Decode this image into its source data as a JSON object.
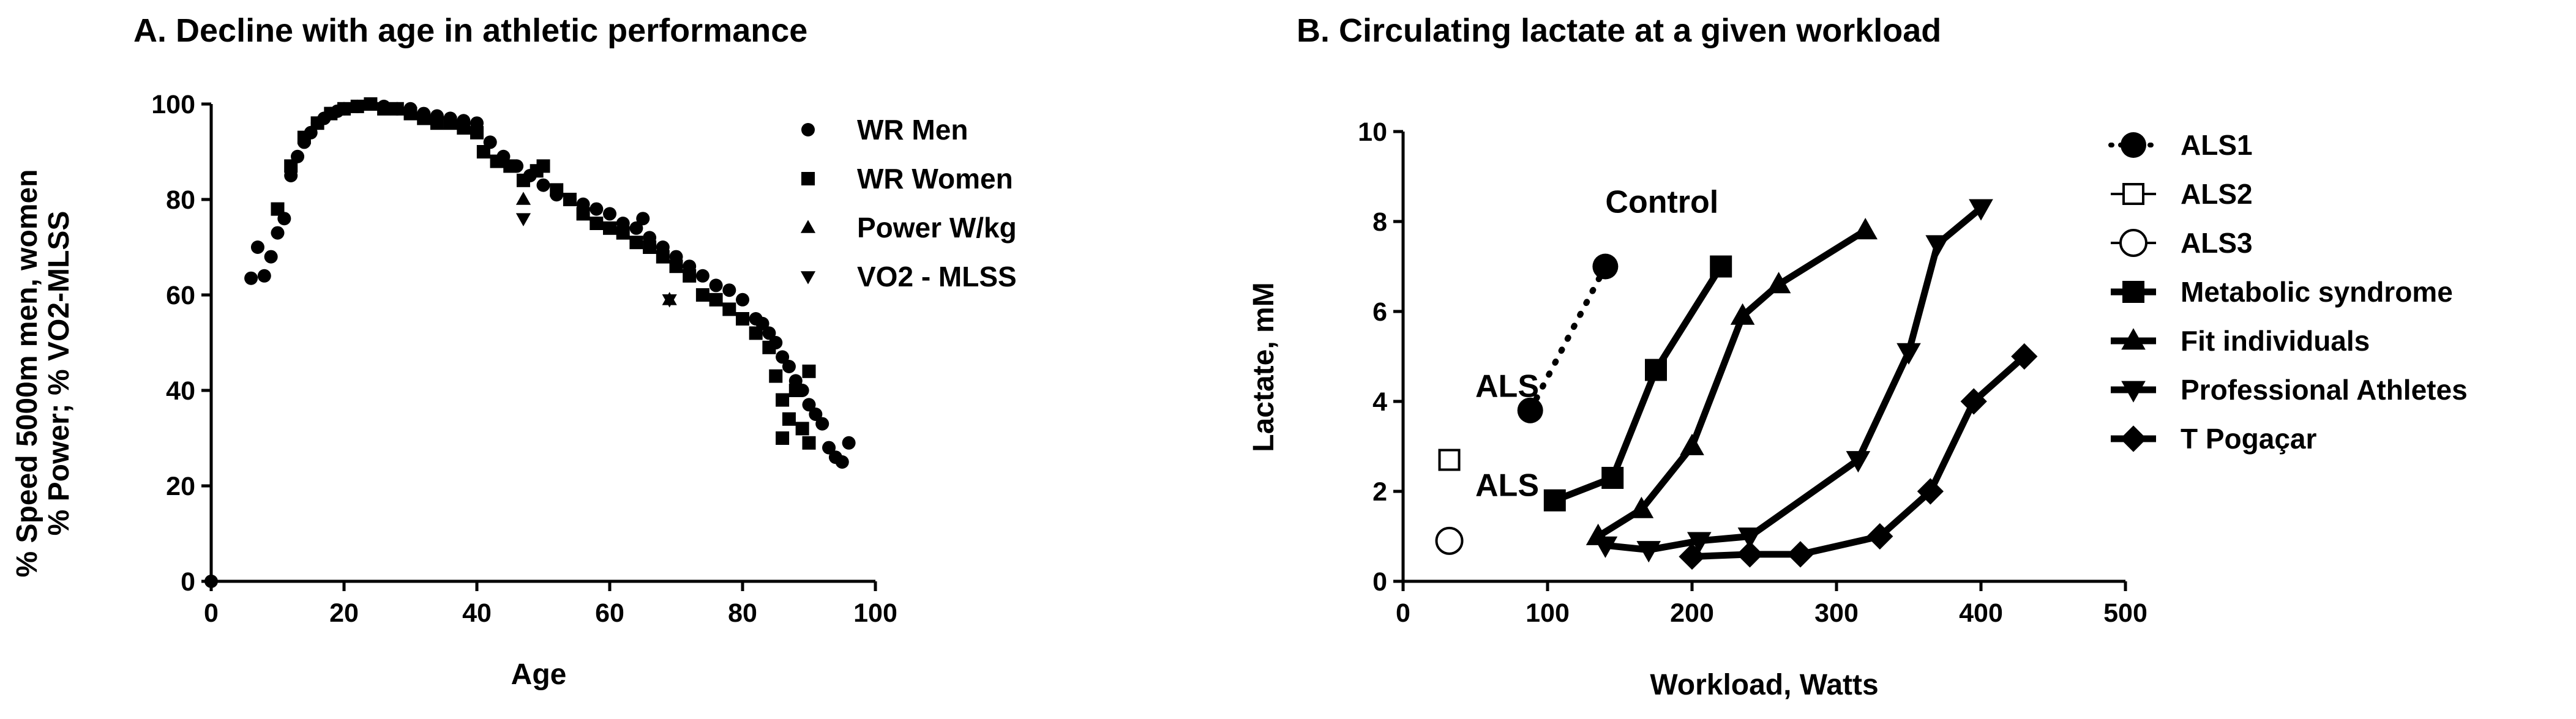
{
  "chart_data": [
    {
      "type": "scatter",
      "title": "A. Decline with age in athletic performance",
      "xlabel": "Age",
      "ylabel_lines": [
        "% Speed 5000m men, women",
        "% Power; %  VO2-MLSS"
      ],
      "xlim": [
        0,
        100
      ],
      "ylim": [
        0,
        100
      ],
      "xticks": [
        0,
        20,
        40,
        60,
        80,
        100
      ],
      "yticks": [
        0,
        20,
        40,
        60,
        80,
        100
      ],
      "legend_position": "right",
      "series": [
        {
          "name": "WR Men",
          "marker": "circle",
          "points": [
            [
              0,
              0
            ],
            [
              6,
              63.5
            ],
            [
              7,
              70
            ],
            [
              8,
              64
            ],
            [
              9,
              68
            ],
            [
              10,
              73
            ],
            [
              11,
              76
            ],
            [
              12,
              85
            ],
            [
              13,
              89
            ],
            [
              14,
              92
            ],
            [
              15,
              94
            ],
            [
              16,
              96
            ],
            [
              17,
              97
            ],
            [
              18,
              98
            ],
            [
              19,
              98.5
            ],
            [
              20,
              99
            ],
            [
              22,
              99.5
            ],
            [
              24,
              100
            ],
            [
              26,
              99.5
            ],
            [
              28,
              99
            ],
            [
              30,
              99
            ],
            [
              32,
              98
            ],
            [
              34,
              97.5
            ],
            [
              36,
              97
            ],
            [
              38,
              96.5
            ],
            [
              40,
              96
            ],
            [
              42,
              92
            ],
            [
              44,
              89
            ],
            [
              46,
              87
            ],
            [
              48,
              85
            ],
            [
              50,
              83
            ],
            [
              52,
              81
            ],
            [
              54,
              80
            ],
            [
              56,
              79
            ],
            [
              58,
              78
            ],
            [
              60,
              77
            ],
            [
              62,
              75
            ],
            [
              64,
              74
            ],
            [
              65,
              76
            ],
            [
              66,
              72
            ],
            [
              68,
              70
            ],
            [
              70,
              68
            ],
            [
              72,
              66
            ],
            [
              74,
              64
            ],
            [
              76,
              62
            ],
            [
              78,
              61
            ],
            [
              80,
              59
            ],
            [
              82,
              55
            ],
            [
              83,
              54
            ],
            [
              84,
              52
            ],
            [
              85,
              50
            ],
            [
              86,
              47
            ],
            [
              87,
              45
            ],
            [
              88,
              42
            ],
            [
              89,
              40
            ],
            [
              90,
              37
            ],
            [
              91,
              35
            ],
            [
              92,
              33
            ],
            [
              93,
              28
            ],
            [
              94,
              26
            ],
            [
              95,
              25
            ],
            [
              96,
              29
            ]
          ]
        },
        {
          "name": "WR Women",
          "marker": "square",
          "points": [
            [
              10,
              78
            ],
            [
              12,
              87
            ],
            [
              14,
              93
            ],
            [
              16,
              96
            ],
            [
              18,
              98
            ],
            [
              20,
              99
            ],
            [
              22,
              99.5
            ],
            [
              24,
              100
            ],
            [
              26,
              99
            ],
            [
              28,
              99
            ],
            [
              30,
              98
            ],
            [
              32,
              97
            ],
            [
              34,
              96
            ],
            [
              36,
              96
            ],
            [
              38,
              95
            ],
            [
              40,
              94
            ],
            [
              41,
              90
            ],
            [
              43,
              88
            ],
            [
              45,
              87
            ],
            [
              47,
              84
            ],
            [
              49,
              86
            ],
            [
              50,
              87
            ],
            [
              52,
              82
            ],
            [
              54,
              80
            ],
            [
              56,
              77
            ],
            [
              58,
              75
            ],
            [
              60,
              74
            ],
            [
              62,
              73
            ],
            [
              64,
              71
            ],
            [
              66,
              70
            ],
            [
              68,
              68
            ],
            [
              70,
              66
            ],
            [
              72,
              64
            ],
            [
              74,
              60
            ],
            [
              76,
              59
            ],
            [
              78,
              57
            ],
            [
              80,
              55
            ],
            [
              82,
              52
            ],
            [
              84,
              49
            ],
            [
              85,
              43
            ],
            [
              86,
              38
            ],
            [
              86,
              30
            ],
            [
              87,
              34
            ],
            [
              88,
              40
            ],
            [
              89,
              32
            ],
            [
              90,
              29
            ],
            [
              90,
              44
            ]
          ]
        },
        {
          "name": "Power W/kg",
          "marker": "triangle-up",
          "points": [
            [
              47,
              80
            ],
            [
              69,
              59
            ]
          ]
        },
        {
          "name": "VO2 - MLSS",
          "marker": "triangle-down",
          "points": [
            [
              47,
              76
            ],
            [
              69,
              59
            ]
          ]
        }
      ]
    },
    {
      "type": "line",
      "title": "B. Circulating lactate at a given workload",
      "xlabel": "Workload, Watts",
      "ylabel": "Lactate, mM",
      "xlim": [
        0,
        500
      ],
      "ylim": [
        0,
        10
      ],
      "xticks": [
        0,
        100,
        200,
        300,
        400,
        500
      ],
      "yticks": [
        0,
        2,
        4,
        6,
        8,
        10
      ],
      "legend_position": "right",
      "annotations": [
        {
          "text": "Control",
          "x": 140,
          "y": 8.2
        },
        {
          "text": "ALS",
          "x": 50,
          "y": 4.1
        },
        {
          "text": "ALS",
          "x": 50,
          "y": 1.9
        }
      ],
      "series": [
        {
          "name": "ALS1",
          "marker": "circle-filled",
          "line": "dotted",
          "points": [
            [
              88,
              3.8
            ],
            [
              140,
              7.0
            ]
          ]
        },
        {
          "name": "ALS2",
          "marker": "square-open",
          "line": "none",
          "points": [
            [
              32,
              2.7
            ]
          ]
        },
        {
          "name": "ALS3",
          "marker": "circle-open",
          "line": "none",
          "points": [
            [
              32,
              0.9
            ]
          ]
        },
        {
          "name": "Metabolic syndrome",
          "marker": "square",
          "line": "solid",
          "points": [
            [
              105,
              1.8
            ],
            [
              145,
              2.3
            ],
            [
              175,
              4.7
            ],
            [
              220,
              7.0
            ]
          ]
        },
        {
          "name": "Fit individuals",
          "marker": "triangle-up",
          "line": "solid",
          "points": [
            [
              135,
              1.0
            ],
            [
              165,
              1.6
            ],
            [
              200,
              3.0
            ],
            [
              235,
              5.9
            ],
            [
              260,
              6.6
            ],
            [
              320,
              7.8
            ]
          ]
        },
        {
          "name": "Professional Athletes",
          "marker": "triangle-down",
          "line": "solid",
          "points": [
            [
              140,
              0.8
            ],
            [
              170,
              0.7
            ],
            [
              205,
              0.9
            ],
            [
              240,
              1.0
            ],
            [
              315,
              2.7
            ],
            [
              350,
              5.1
            ],
            [
              370,
              7.5
            ],
            [
              400,
              8.3
            ]
          ]
        },
        {
          "name": "T Pogaçar",
          "marker": "diamond",
          "line": "solid",
          "points": [
            [
              200,
              0.55
            ],
            [
              240,
              0.6
            ],
            [
              275,
              0.6
            ],
            [
              330,
              1.0
            ],
            [
              365,
              2.0
            ],
            [
              395,
              4.0
            ],
            [
              430,
              5.0
            ]
          ]
        }
      ]
    }
  ]
}
